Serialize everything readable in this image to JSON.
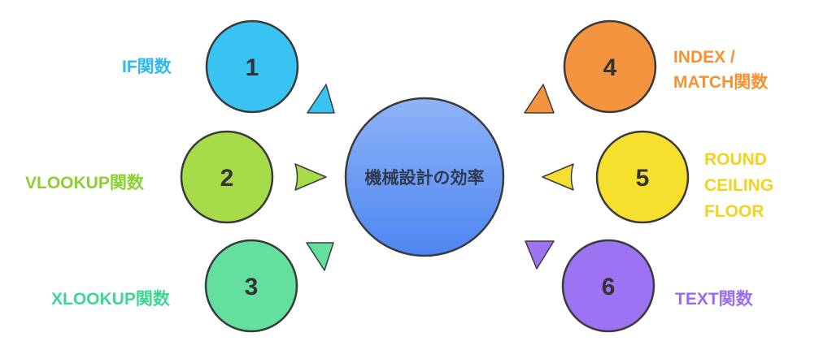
{
  "center": {
    "label": "機械設計の効率",
    "fill_top": "#8fb3f7",
    "fill_bottom": "#4d86f2"
  },
  "nodes": [
    {
      "number": "1",
      "label": "IF関数",
      "color": "#2fb8ec",
      "fill": "#39c3f2"
    },
    {
      "number": "2",
      "label": "VLOOKUP関数",
      "color": "#8ccf32",
      "fill": "#a6dc4a"
    },
    {
      "number": "3",
      "label": "XLOOKUP関数",
      "color": "#3fd695",
      "fill": "#63e09e"
    },
    {
      "number": "4",
      "label": "INDEX / MATCH関数",
      "label_lines": [
        "INDEX /",
        "MATCH関数"
      ],
      "color": "#f59233",
      "fill": "#f5943e"
    },
    {
      "number": "5",
      "label": "ROUND CEILING FLOOR",
      "label_lines": [
        "ROUND",
        "CEILING",
        "FLOOR"
      ],
      "color": "#f3d31f",
      "fill": "#f7df2e"
    },
    {
      "number": "6",
      "label": "TEXT関数",
      "color": "#9a6cf2",
      "fill": "#9d73f3"
    }
  ]
}
